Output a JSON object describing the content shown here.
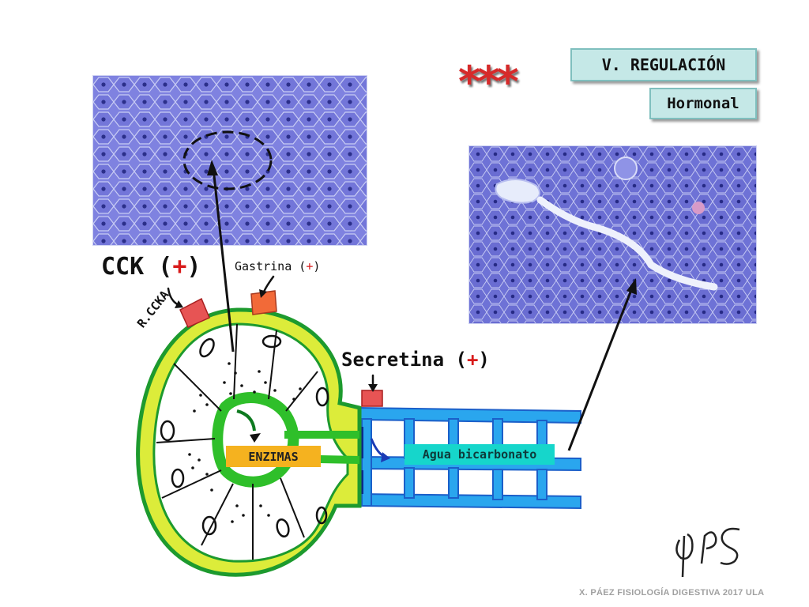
{
  "header": {
    "title": "V. REGULACIÓN",
    "subtitle": "Hormonal",
    "stars": "***"
  },
  "diagram": {
    "cck_text": "CCK (",
    "cck_plus": "+",
    "cck_close": ")",
    "gastrina_text": "Gastrina (",
    "gastrina_plus": "+",
    "gastrina_close": ")",
    "secretina_text": "Secretina (",
    "secretina_plus": "+",
    "secretina_close": ")",
    "receptor_label": "R.CCKA",
    "enzimas_label": "ENZIMAS",
    "agua_label": "Agua bicarbonato"
  },
  "images": {
    "left_micrograph": "acinar-tissue-micrograph",
    "right_micrograph": "ductal-tissue-micrograph"
  },
  "colors": {
    "acinus_fill": "#dcec3a",
    "duct_fill": "#2aa6ee",
    "receptor": "#e75454",
    "enzimas_box": "#f5b21f",
    "agua_box": "#16d6cb",
    "tissue": "#6f71d8",
    "stars": "#d62a2a"
  },
  "footer": {
    "credit": "X. PÁEZ  FISIOLOGÍA DIGESTIVA 2017 ULA"
  }
}
